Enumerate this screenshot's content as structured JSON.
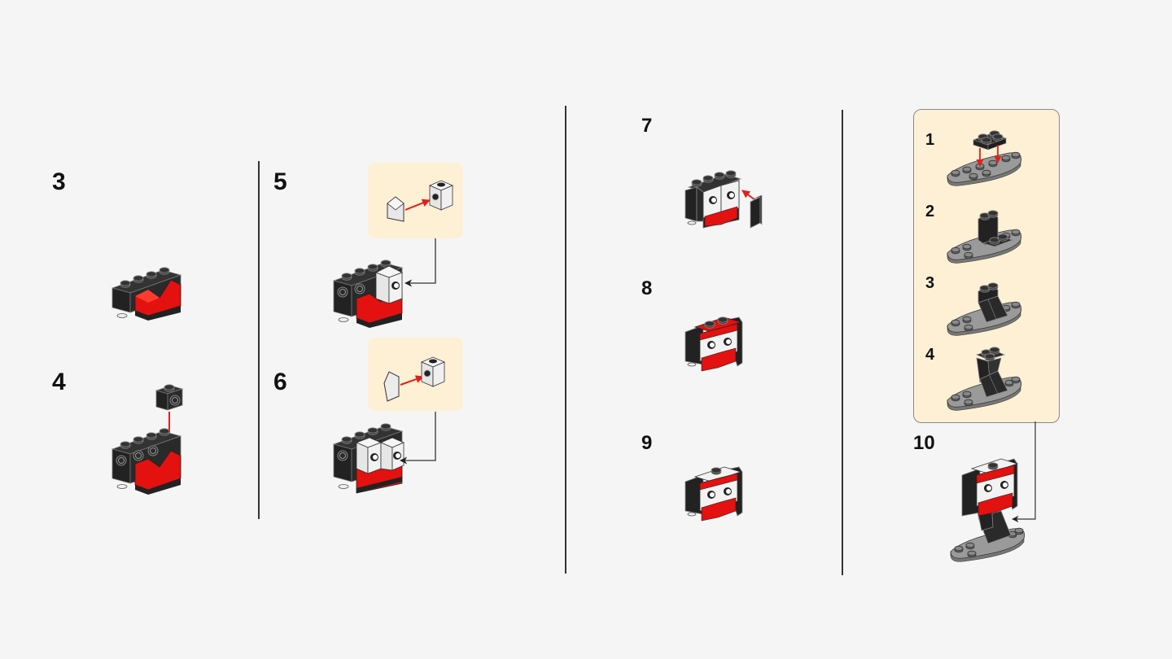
{
  "page": {
    "type": "building-instructions",
    "background": "#f5f5f5",
    "callout_color": "#fdf0d5",
    "brick_colors": {
      "black": "#222222",
      "red": "#e3110f",
      "white": "#f2f2f2",
      "light_gray": "#9a9a9a",
      "arrow_red": "#e0201c"
    }
  },
  "steps": [
    {
      "number": "3",
      "description": "red slope bricks on black 1x4 brick"
    },
    {
      "number": "4",
      "description": "add black 1x1 brick with side stud"
    },
    {
      "number": "5",
      "description": "white eye assembly (tile onto 1x1 brick with side stud)",
      "has_callout": true
    },
    {
      "number": "6",
      "description": "second white eye assembly",
      "has_callout": true
    },
    {
      "number": "7",
      "description": "add black side panel"
    },
    {
      "number": "8",
      "description": "add red top plate"
    },
    {
      "number": "9",
      "description": "add white top tile"
    },
    {
      "number": "10",
      "description": "attach head to base",
      "has_callout": true
    }
  ],
  "sub_assembly": {
    "steps": [
      {
        "number": "1"
      },
      {
        "number": "2"
      },
      {
        "number": "3"
      },
      {
        "number": "4"
      }
    ]
  }
}
